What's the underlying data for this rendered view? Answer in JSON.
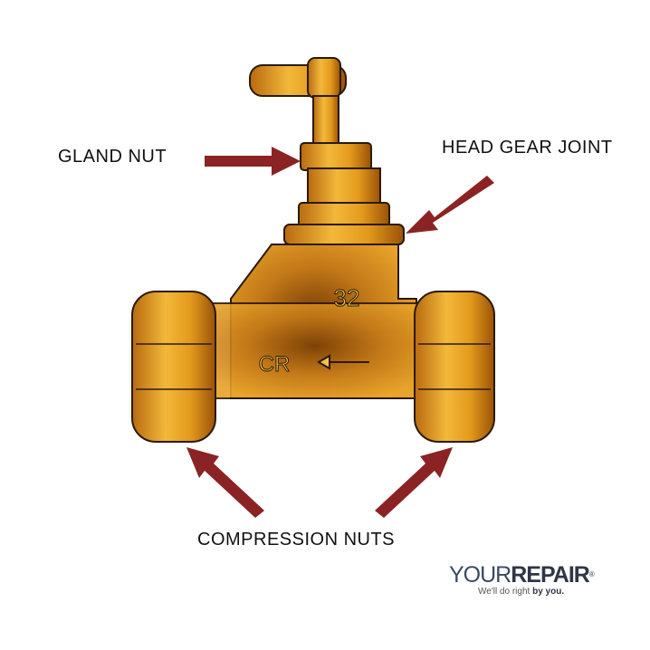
{
  "labels": {
    "gland_nut": "GLAND NUT",
    "head_gear_joint": "HEAD GEAR JOINT",
    "compression_nuts": "COMPRESSION NUTS"
  },
  "valve_markings": {
    "size": "32",
    "maker": "CR"
  },
  "logo": {
    "light": "YOUR",
    "bold": "REPAIR",
    "registered": "®",
    "tagline_prefix": "We'll do right ",
    "tagline_bold": "by you."
  },
  "colors": {
    "arrow": "#8b2324",
    "brass": "#e0a020",
    "brass_dark": "#8a4a08",
    "outline": "#2a1a08"
  }
}
